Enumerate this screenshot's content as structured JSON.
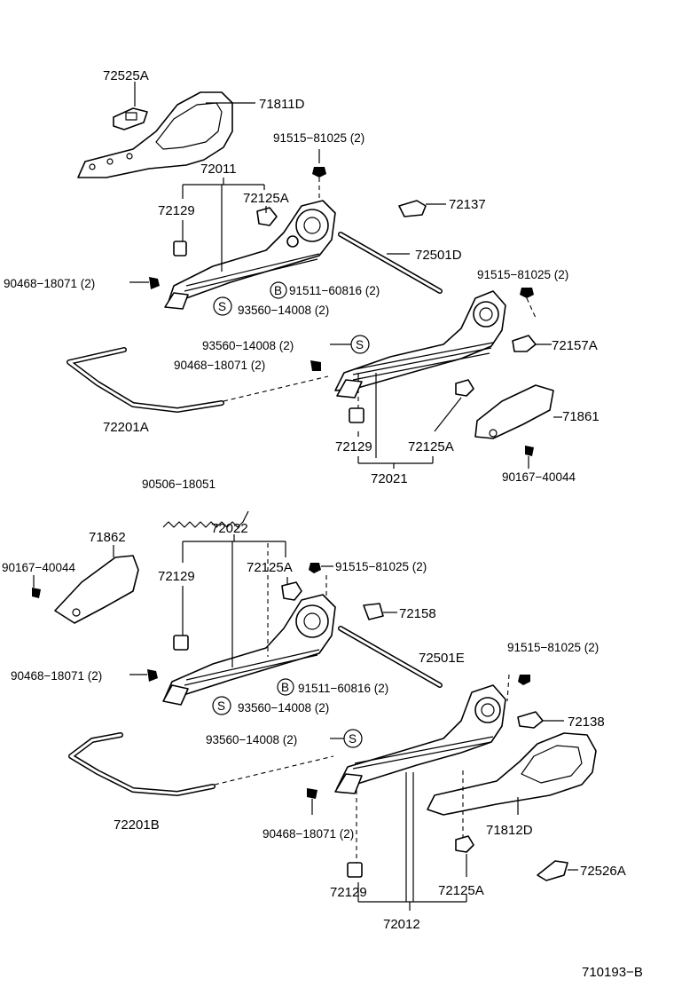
{
  "labels": {
    "p72525A": "72525A",
    "p71811D": "71811D",
    "p91515_1": "91515−81025 (2)",
    "p72011": "72011",
    "p72129_1": "72129",
    "p72125A_1": "72125A",
    "p72137": "72137",
    "p72501D": "72501D",
    "p91515_2": "91515−81025 (2)",
    "p90468_1": "90468−18071 (2)",
    "p91511_1": "91511−60816 (2)",
    "p93560_1": "93560−14008 (2)",
    "p93560_2": "93560−14008 (2)",
    "p72157A": "72157A",
    "p90468_2": "90468−18071 (2)",
    "p71861": "71861",
    "p72201A": "72201A",
    "p72129_2": "72129",
    "p72125A_2": "72125A",
    "p90167_1": "90167−40044",
    "p72021": "72021",
    "p90506": "90506−18051",
    "p72022": "72022",
    "p71862": "71862",
    "p90167_2": "90167−40044",
    "p72129_3": "72129",
    "p72125A_3": "72125A",
    "p91515_3": "91515−81025 (2)",
    "p72158": "72158",
    "p72501E": "72501E",
    "p91515_4": "91515−81025 (2)",
    "p90468_3": "90468−18071 (2)",
    "p91511_2": "91511−60816 (2)",
    "p93560_3": "93560−14008 (2)",
    "p72138": "72138",
    "p93560_4": "93560−14008 (2)",
    "p72201B": "72201B",
    "p71812D": "71812D",
    "p90468_4": "90468−18071 (2)",
    "p72526A": "72526A",
    "p72129_4": "72129",
    "p72125A_4": "72125A",
    "p72012": "72012"
  },
  "symbols": {
    "s": "S",
    "b": "B"
  },
  "footer": {
    "code": "710193−B"
  }
}
